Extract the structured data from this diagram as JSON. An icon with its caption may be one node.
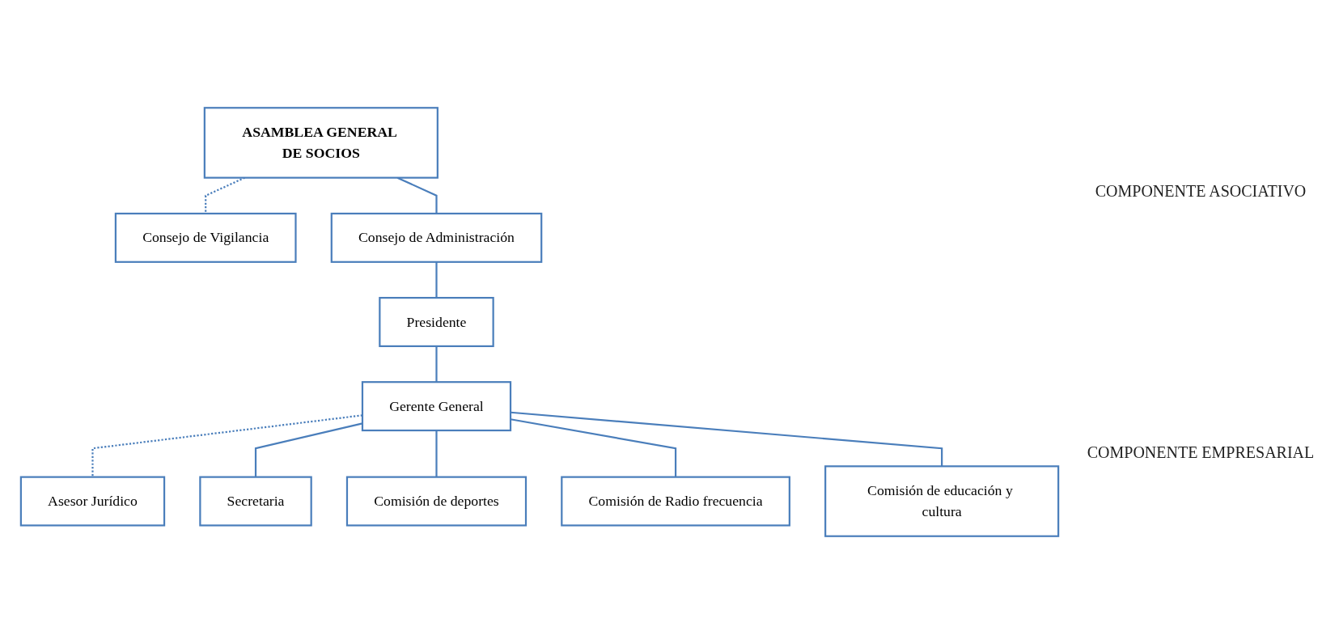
{
  "diagram": {
    "nodes": [
      {
        "text": [
          "ASAMBLEA GENERAL DE SOCIOS"
        ]
      },
      {
        "text": [
          "Consejo de Vigilancia"
        ]
      },
      {
        "text": [
          "Consejo de Administración"
        ]
      },
      {
        "text": [
          "Presidente"
        ]
      },
      {
        "text": [
          "Gerente General"
        ]
      },
      {
        "text": [
          "Asesor Jurídico"
        ]
      },
      {
        "text": [
          "Secretaria"
        ]
      },
      {
        "text": [
          "Comisión de deportes"
        ]
      },
      {
        "text": [
          "Comisión de Radio frecuencia"
        ]
      },
      {
        "text": [
          "Comisión de educación y cultura"
        ]
      }
    ],
    "edges": [
      {
        "from": 0,
        "to": 2,
        "arrow": "none"
      },
      {
        "from": 0,
        "to": 1,
        "arrow": "none",
        "style": "dashed"
      },
      {
        "from": 2,
        "to": 3,
        "arrow": "none"
      },
      {
        "from": 3,
        "to": 4,
        "arrow": "none"
      },
      {
        "from": 4,
        "to": 5,
        "arrow": "none",
        "style": "dashed"
      },
      {
        "from": 4,
        "to": 6,
        "arrow": "none"
      },
      {
        "from": 4,
        "to": 7,
        "arrow": "none"
      },
      {
        "from": 4,
        "to": 8,
        "arrow": "none"
      },
      {
        "from": 4,
        "to": 9,
        "arrow": "none"
      }
    ],
    "labels": [
      "COMPONENTE ASOCIATIVO",
      "COMPONENTE EMPRESARIAL"
    ]
  }
}
